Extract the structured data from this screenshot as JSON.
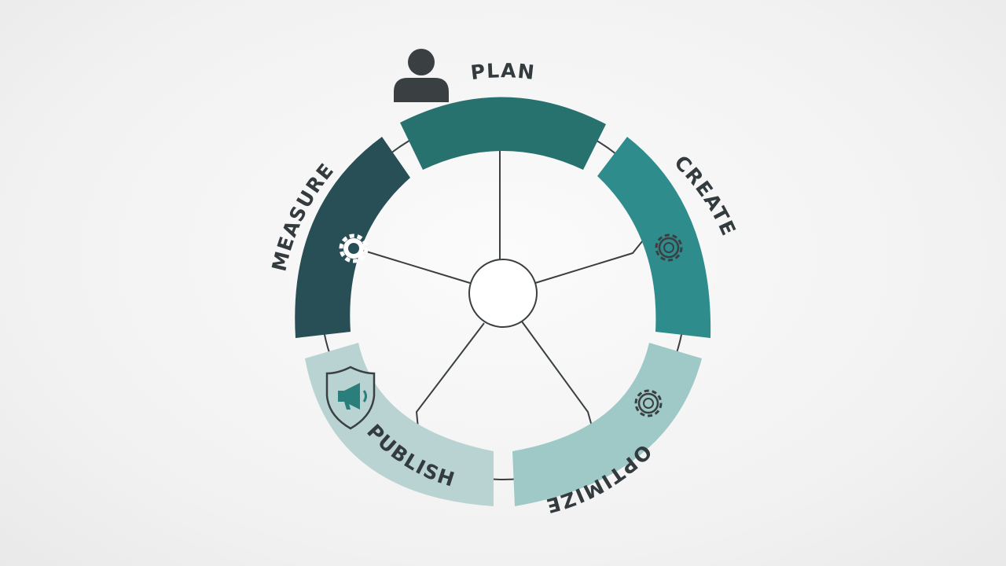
{
  "diagram": {
    "segments": [
      {
        "id": "plan",
        "label": "PLAN",
        "color": "#27716f",
        "icon": "user-icon"
      },
      {
        "id": "create",
        "label": "CREATE",
        "color": "#2f8c8c",
        "icon": "gear-icon"
      },
      {
        "id": "optimize",
        "label": "OPTIMIZE",
        "color": "#9ec9c7",
        "icon": "gear-icon"
      },
      {
        "id": "publish",
        "label": "PUBLISH",
        "color": "#b9d3d2",
        "icon": "megaphone-shield-icon"
      },
      {
        "id": "measure",
        "label": "MEASURE",
        "color": "#284e56",
        "icon": "gear-icon"
      }
    ],
    "hub_color": "#ffffff",
    "line_color": "#3a3f42",
    "icon_color": "#3a3f42",
    "accent_icon_color": "#2a7f7d"
  }
}
